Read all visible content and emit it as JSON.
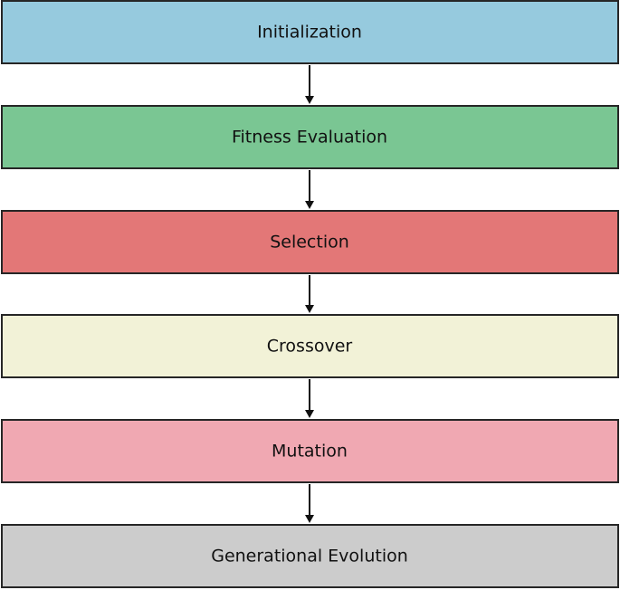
{
  "diagram": {
    "stages": [
      {
        "label": "Initialization",
        "color": "#96cade"
      },
      {
        "label": "Fitness Evaluation",
        "color": "#7ac693"
      },
      {
        "label": "Selection",
        "color": "#e37777"
      },
      {
        "label": "Crossover",
        "color": "#f2f2d7"
      },
      {
        "label": "Mutation",
        "color": "#f0a8b2"
      },
      {
        "label": "Generational Evolution",
        "color": "#cccccc"
      }
    ],
    "arrow_color": "#111111"
  }
}
